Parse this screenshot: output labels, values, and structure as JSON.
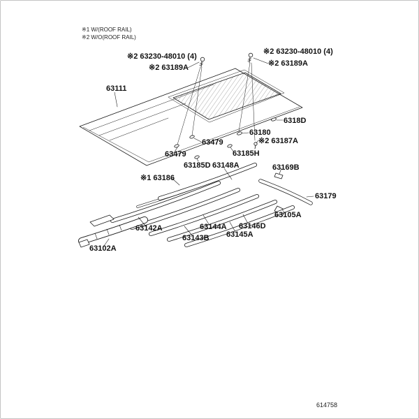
{
  "colors": {
    "background": "#ffffff",
    "line": "#1a1a1a",
    "border": "#c4c4c4"
  },
  "legend": {
    "note1": "※1 W/(ROOF RAIL)",
    "note2": "※2 W/O(ROOF RAIL)"
  },
  "labels": [
    {
      "text": "※2 63230-48010 (4)"
    },
    {
      "text": "※2 63189A"
    },
    {
      "text": "※2 63230-48010 (4)"
    },
    {
      "text": "※2 63189A"
    },
    {
      "text": "63111"
    },
    {
      "text": "6318D"
    },
    {
      "text": "63180"
    },
    {
      "text": "※2 63187A"
    },
    {
      "text": "63479"
    },
    {
      "text": "63479"
    },
    {
      "text": "63185H"
    },
    {
      "text": "63185D"
    },
    {
      "text": "63148A"
    },
    {
      "text": "63169B"
    },
    {
      "text": "※1 63186"
    },
    {
      "text": "63179"
    },
    {
      "text": "63105A"
    },
    {
      "text": "63142A"
    },
    {
      "text": "63144A"
    },
    {
      "text": "63146D"
    },
    {
      "text": "63143B"
    },
    {
      "text": "63145A"
    },
    {
      "text": "63102A"
    }
  ],
  "footer": {
    "figure_code": "614758"
  }
}
